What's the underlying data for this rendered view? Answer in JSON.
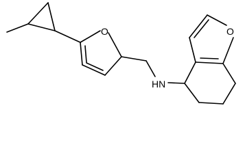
{
  "molecule": {
    "atoms": {
      "o_furan_left": "O",
      "nh_amine": "HN",
      "o_benzofuran": "O"
    },
    "colors": {
      "bond": "#000000",
      "label": "#000000",
      "background": "#ffffff"
    }
  }
}
